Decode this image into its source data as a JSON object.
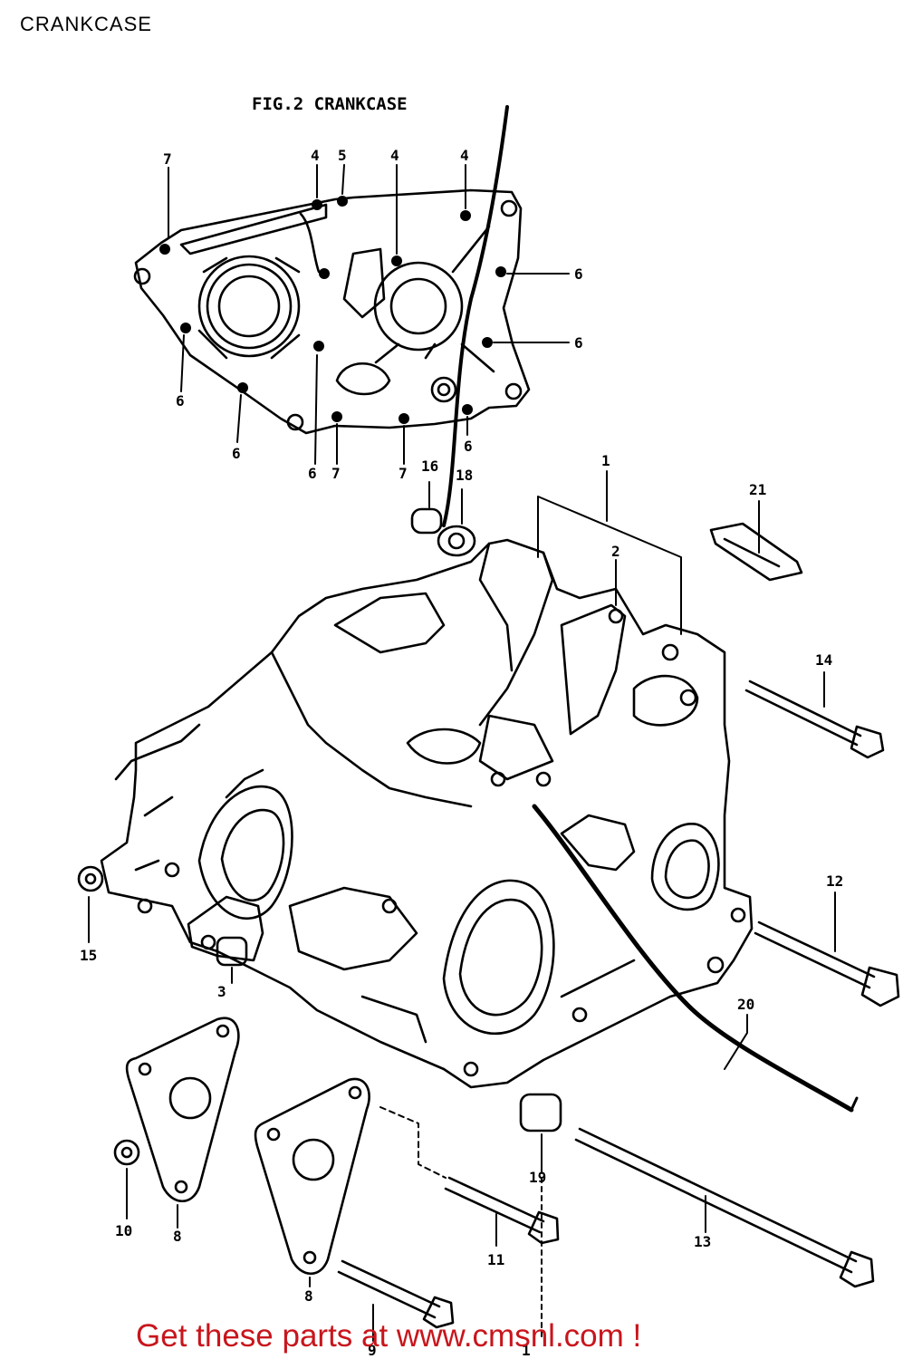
{
  "header": {
    "title": "CRANKCASE"
  },
  "figure": {
    "title": "FIG.2  CRANKCASE"
  },
  "callouts": [
    "1",
    "2",
    "3",
    "4",
    "5",
    "6",
    "7",
    "8",
    "9",
    "10",
    "11",
    "12",
    "13",
    "14",
    "15",
    "16",
    "18",
    "19",
    "20",
    "21"
  ],
  "footer": {
    "text": "Get these parts at www.cmsnl.com !"
  },
  "colors": {
    "footer": "#c8151c",
    "line": "#000000"
  }
}
